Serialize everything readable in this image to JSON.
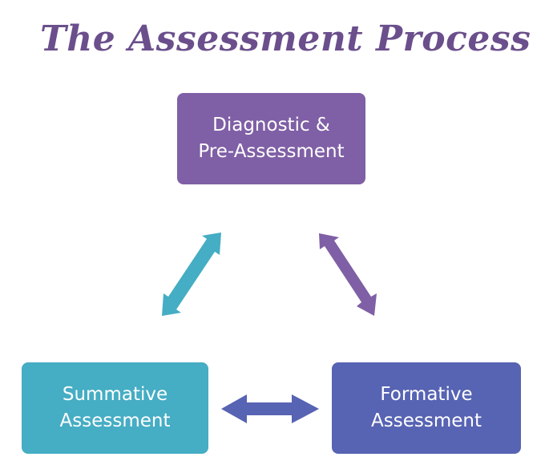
{
  "title": "The Assessment Process",
  "colors": {
    "title": "#6b4f8c",
    "diagnostic": "#7f5fa5",
    "summative": "#45adc4",
    "formative": "#5763b3",
    "arrow_left": "#45adc4",
    "arrow_right": "#7f5fa5",
    "arrow_bottom": "#5763b3"
  },
  "nodes": {
    "diagnostic": {
      "line1": "Diagnostic &",
      "line2": "Pre-Assessment"
    },
    "summative": {
      "line1": "Summative",
      "line2": "Assessment"
    },
    "formative": {
      "line1": "Formative",
      "line2": "Assessment"
    }
  },
  "arrows": [
    {
      "from": "diagnostic",
      "to": "summative",
      "direction": "bidirectional",
      "color_key": "arrow_left"
    },
    {
      "from": "diagnostic",
      "to": "formative",
      "direction": "bidirectional",
      "color_key": "arrow_right"
    },
    {
      "from": "summative",
      "to": "formative",
      "direction": "bidirectional",
      "color_key": "arrow_bottom"
    }
  ]
}
